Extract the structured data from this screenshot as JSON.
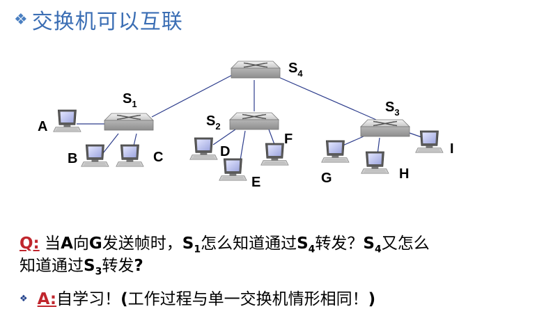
{
  "title": "交换机可以互联",
  "switches": {
    "s4": {
      "letter": "S",
      "sub": "4"
    },
    "s1": {
      "letter": "S",
      "sub": "1"
    },
    "s2": {
      "letter": "S",
      "sub": "2"
    },
    "s3": {
      "letter": "S",
      "sub": "3"
    }
  },
  "hosts": {
    "a": "A",
    "b": "B",
    "c": "C",
    "d": "D",
    "e": "E",
    "f": "F",
    "g": "G",
    "h": "H",
    "i": "I"
  },
  "question": {
    "label": "Q:",
    "p1": " 当",
    "a": "A",
    "p2": "向",
    "g": "G",
    "p3": "发送帧时，",
    "s1": "S",
    "s1sub": "1",
    "p4": "怎么知道通过",
    "s4": "S",
    "s4sub": "4",
    "p5": "转发？",
    "s4b": "S",
    "s4bsub": "4",
    "p6": "又怎么",
    "line2a": "知道通过",
    "s3": "S",
    "s3sub": "3",
    "line2b": "转发",
    "line2c": "?"
  },
  "answer": {
    "bullet": "❖",
    "label": "A:",
    "text": " 自学习！",
    "paren": "(",
    "rest": "工作过程与单一交换机情形相同！",
    "close": ")"
  },
  "colors": {
    "title": "#3b6eb4",
    "accent_red": "#c0262d",
    "link": "#2d3d8c",
    "switch_face": "#d8d8d8",
    "screen": "#c9ccf0"
  }
}
